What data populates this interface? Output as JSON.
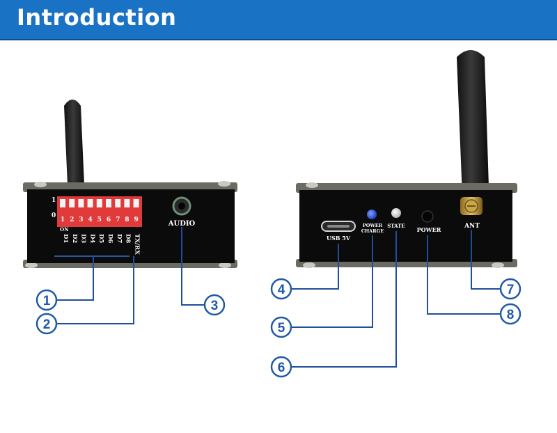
{
  "header": {
    "title": "Introduction"
  },
  "colors": {
    "banner": "#1a72c4",
    "callout": "#1f5aa6",
    "leader": "#1f4f9a"
  },
  "left_device": {
    "switch_on_off": [
      "1",
      "0"
    ],
    "switch_on": "ON",
    "switch_numbers": [
      "1",
      "2",
      "3",
      "4",
      "5",
      "6",
      "7",
      "8",
      "9"
    ],
    "channel_labels": [
      "D1",
      "D2",
      "D3",
      "D4",
      "D5",
      "D6",
      "D7",
      "D8",
      "TX/RX"
    ],
    "audio_label": "AUDIO"
  },
  "right_device": {
    "usb_label": "USB 5V",
    "power_charge_line1": "POWER",
    "power_charge_line2": "CHARGE",
    "state_label": "STATE",
    "power_label": "POWER",
    "ant_label": "ANT"
  },
  "callouts": [
    {
      "id": 1,
      "text": "1"
    },
    {
      "id": 2,
      "text": "2"
    },
    {
      "id": 3,
      "text": "3"
    },
    {
      "id": 4,
      "text": "4"
    },
    {
      "id": 5,
      "text": "5"
    },
    {
      "id": 6,
      "text": "6"
    },
    {
      "id": 7,
      "text": "7"
    },
    {
      "id": 8,
      "text": "8"
    }
  ]
}
